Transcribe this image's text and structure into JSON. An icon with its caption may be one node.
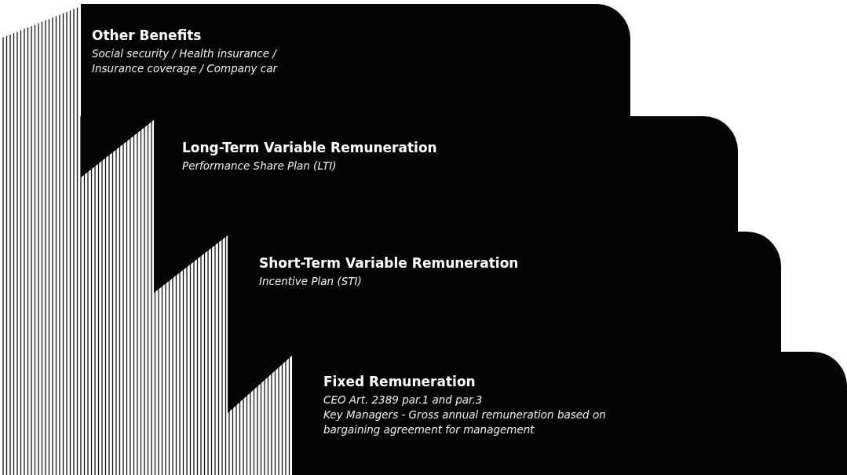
{
  "diagram": {
    "nodes": [
      {
        "text": [
          "Other Benefits",
          "Social security / Health insurance / Insurance coverage / Company car"
        ]
      },
      {
        "text": [
          "Long-Term Variable Remuneration",
          "Performance Share Plan (LTI)"
        ]
      },
      {
        "text": [
          "Short-Term Variable Remuneration",
          "Incentive Plan (STI)"
        ]
      },
      {
        "text": [
          "Fixed Remuneration",
          "CEO Art. 2389 par.1 and par.3",
          "Key Managers - Gross annual remuneration based on bargaining agreement for management"
        ]
      }
    ]
  }
}
